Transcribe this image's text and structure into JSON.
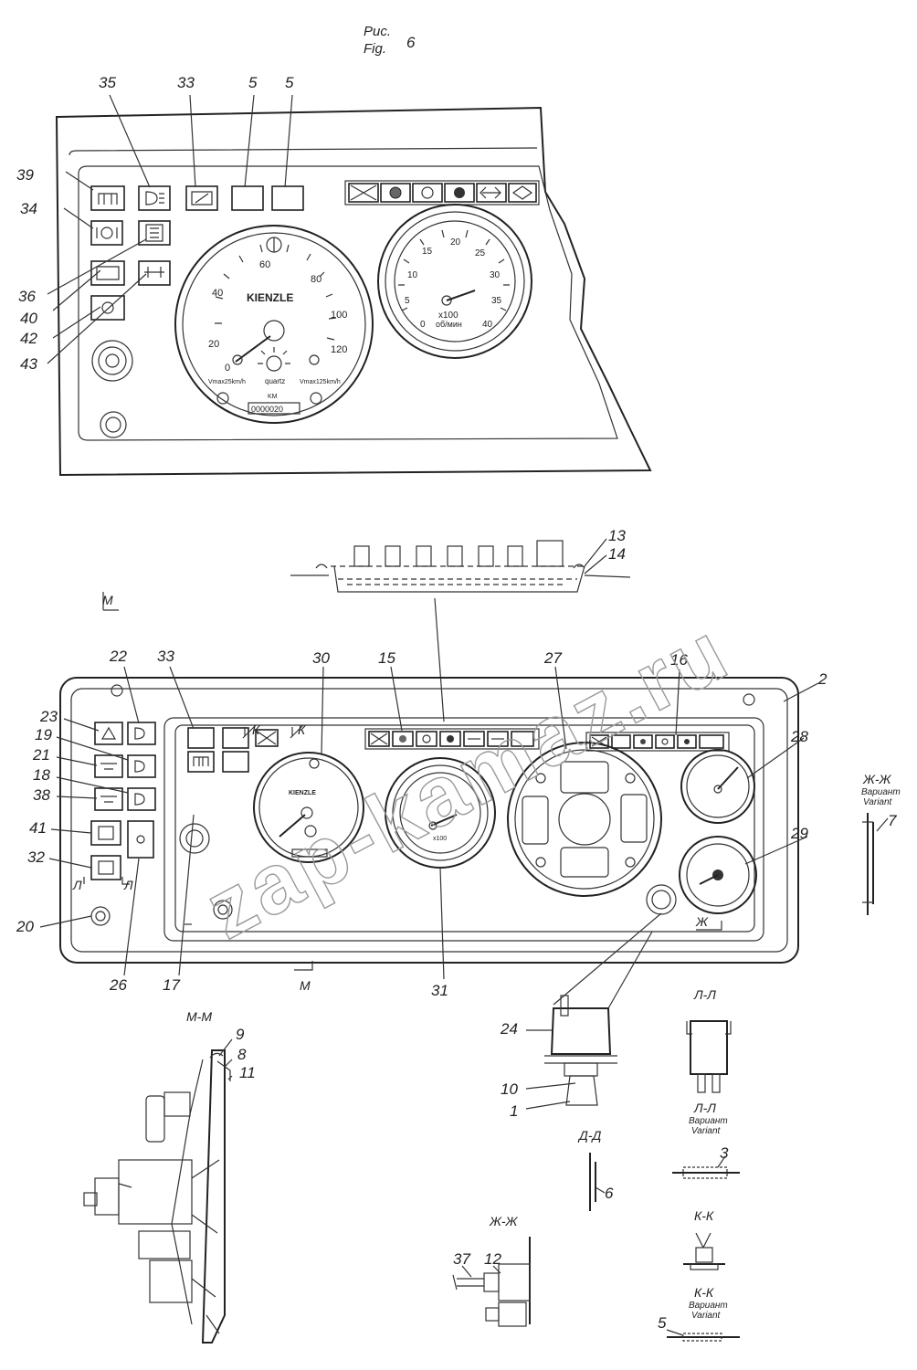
{
  "figure": {
    "caption_ru": "Рис.",
    "caption_en": "Fig.",
    "number": "6"
  },
  "top_panel": {
    "labels": [
      "35",
      "33",
      "5",
      "5",
      "39",
      "34",
      "36",
      "40",
      "42",
      "43"
    ],
    "speedometer": {
      "brand": "KIENZLE",
      "ticks": [
        "0",
        "20",
        "40",
        "60",
        "80",
        "100",
        "120"
      ],
      "left_note": "Vmax25km/h",
      "right_note": "Vmax125km/h",
      "quartz": "quartz",
      "unit": "KM",
      "odometer": "0000020"
    },
    "tachometer": {
      "ticks": [
        "0",
        "5",
        "10",
        "15",
        "20",
        "25",
        "30",
        "35",
        "40"
      ],
      "unit_main": "x100",
      "unit_sub": "об/мин"
    }
  },
  "middle_labels": [
    "13",
    "14"
  ],
  "main_panel": {
    "section_m": "М",
    "labels": [
      "22",
      "33",
      "30",
      "15",
      "27",
      "16",
      "2",
      "23",
      "19",
      "21",
      "18",
      "38",
      "41",
      "32",
      "20",
      "28",
      "29",
      "26",
      "17",
      "31"
    ],
    "k_marks": [
      "К",
      "К"
    ],
    "l_marks": [
      "Л",
      "Л"
    ],
    "zh_mark": "Ж",
    "m_mark": "М"
  },
  "watermark": "zap-kamaz.ru",
  "details": {
    "zh_zh_variant": {
      "title": "Ж-Ж",
      "sub_ru": "Вариант",
      "sub_en": "Variant",
      "label": "7"
    },
    "m_m": {
      "title": "М-М",
      "labels": [
        "9",
        "8",
        "11"
      ]
    },
    "lamp": {
      "labels": [
        "24",
        "10",
        "1"
      ]
    },
    "d_d": {
      "title": "Д-Д",
      "label": "6"
    },
    "zh_zh": {
      "title": "Ж-Ж",
      "labels": [
        "37",
        "12"
      ]
    },
    "l_l": {
      "title": "Л-Л"
    },
    "l_l_variant": {
      "title": "Л-Л",
      "sub_ru": "Вариант",
      "sub_en": "Variant",
      "label": "3"
    },
    "k_k": {
      "title": "К-К"
    },
    "k_k_variant": {
      "title": "К-К",
      "sub_ru": "Вариант",
      "sub_en": "Variant",
      "label": "5"
    }
  }
}
